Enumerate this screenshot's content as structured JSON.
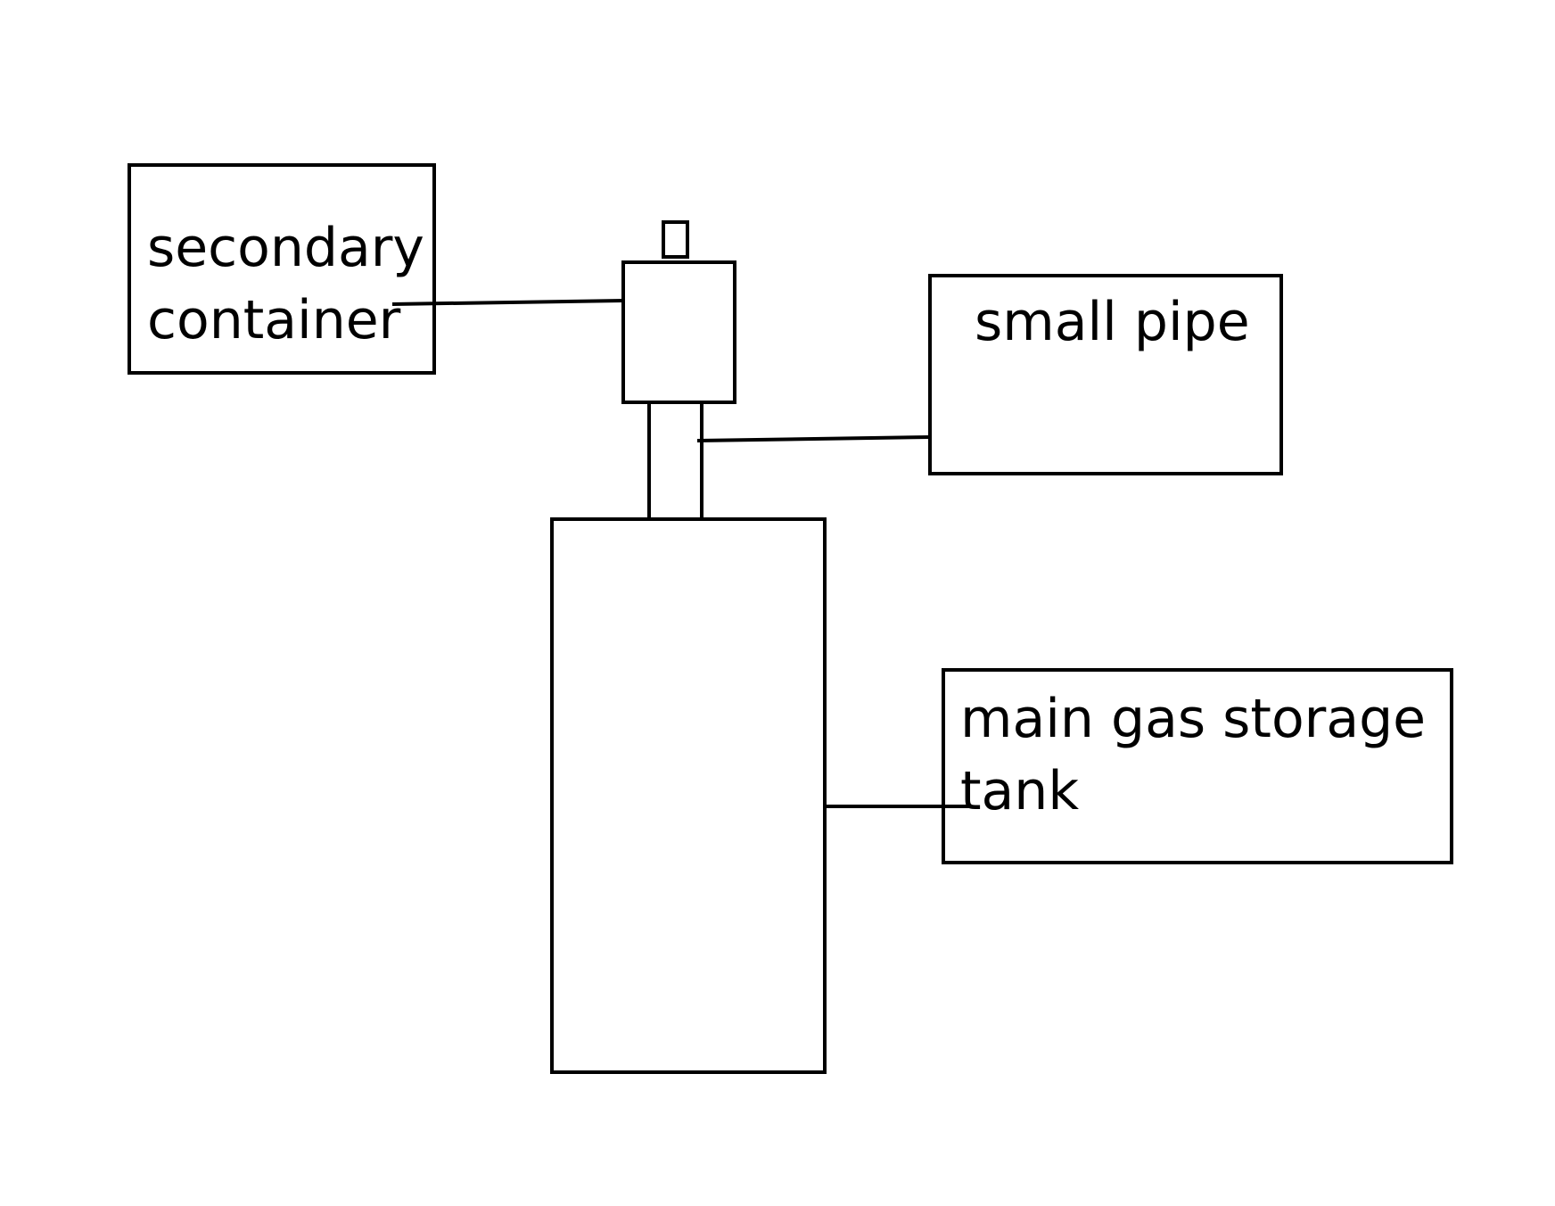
{
  "diagram": {
    "labels": {
      "secondary_container_line1": "secondary",
      "secondary_container_line2": "container",
      "small_pipe": "small pipe",
      "main_tank_line1": "main gas storage",
      "main_tank_line2": "tank"
    },
    "colors": {
      "stroke": "#000000",
      "background": "#ffffff",
      "text": "#000000"
    }
  }
}
